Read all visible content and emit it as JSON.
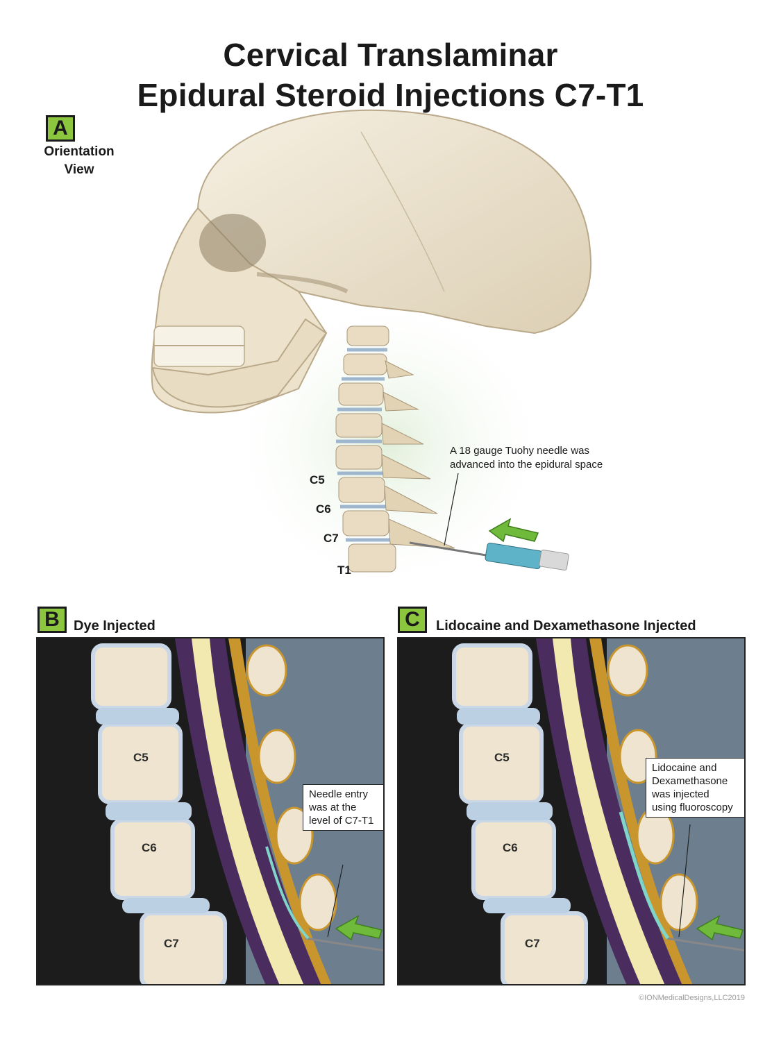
{
  "title_line1": "Cervical Translaminar",
  "title_line2": "Epidural Steroid Injections C7-T1",
  "panel_a": {
    "badge": "A",
    "orientation_line1": "Orientation",
    "orientation_line2": "View",
    "vertebra_labels": [
      "C5",
      "C6",
      "C7",
      "T1"
    ],
    "callout_line1": "A 18 gauge Tuohy needle was",
    "callout_line2": "advanced into the epidural space"
  },
  "panel_b": {
    "badge": "B",
    "title": "Dye Injected",
    "vertebra_labels": [
      "C5",
      "C6",
      "C7"
    ],
    "callout_lines": [
      "Needle entry",
      "was at the",
      "level of C7-T1"
    ]
  },
  "panel_c": {
    "badge": "C",
    "title": "Lidocaine and Dexamethasone Injected",
    "vertebra_labels": [
      "C5",
      "C6",
      "C7"
    ],
    "callout_lines": [
      "Lidocaine and",
      "Dexamethasone",
      "was injected",
      "using fluoroscopy"
    ]
  },
  "copyright": "©IONMedicalDesigns,LLC2019",
  "colors": {
    "badge_green": "#8cc63f",
    "arrow_green": "#6fba3a",
    "bone": "#efe4cf",
    "cord": "#f2e9b0",
    "dura": "#4a2d5e",
    "epidural": "#c9962e"
  }
}
